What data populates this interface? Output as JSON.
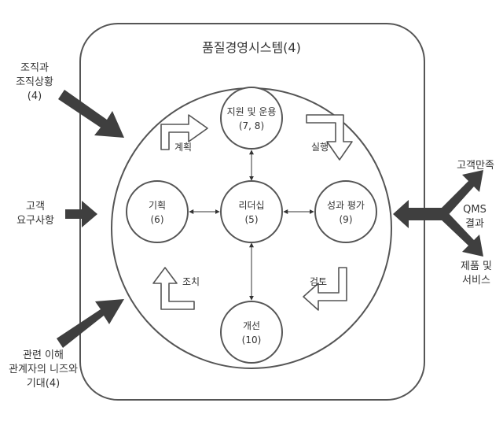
{
  "diagram": {
    "title": "품질경영시스템(4)",
    "nodes": {
      "support": {
        "line1": "지원 및 운용",
        "line2": "(7, 8)"
      },
      "planning": {
        "line1": "기획",
        "line2": "(6)"
      },
      "leadership": {
        "line1": "리더십",
        "line2": "(5)"
      },
      "performance": {
        "line1": "성과 평가",
        "line2": "(9)"
      },
      "improvement": {
        "line1": "개선",
        "line2": "(10)"
      }
    },
    "cycle_labels": {
      "plan": "계획",
      "do": "실행",
      "check": "검토",
      "act": "조치"
    },
    "inputs": {
      "context": [
        "조직과",
        "조직상황",
        "(4)"
      ],
      "customer_requirements": [
        "고객",
        "요구사항"
      ],
      "interested_parties": [
        "관련 이해",
        "관계자의 니즈와",
        "기대(4)"
      ]
    },
    "outputs": {
      "satisfaction": "고객만족",
      "results": [
        "QMS",
        "결과"
      ],
      "products": [
        "제품 및",
        "서비스"
      ]
    },
    "colors": {
      "stroke": "#555555",
      "arrow": "#3f3f3f",
      "text": "#333333"
    }
  }
}
